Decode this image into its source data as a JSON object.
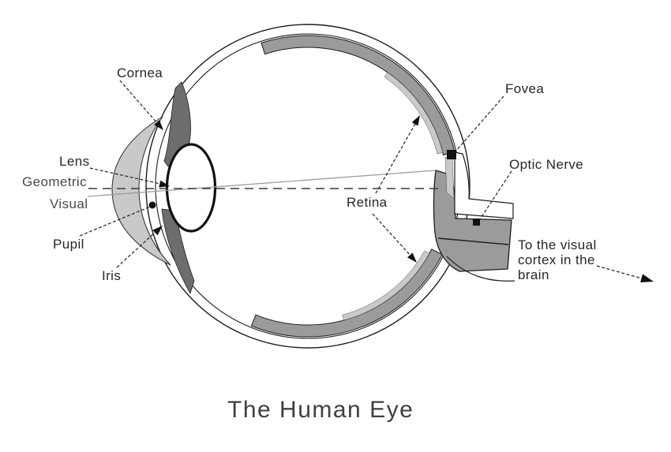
{
  "diagram": {
    "title": "The Human Eye",
    "labels": {
      "cornea": "Cornea",
      "lens": "Lens",
      "geometric_axis": "Geometric",
      "visual_axis": "Visual",
      "pupil": "Pupil",
      "iris": "Iris",
      "fovea": "Fovea",
      "retina": "Retina",
      "optic_nerve": "Optic Nerve",
      "to_brain_lines": [
        "To the visual",
        "cortex in the",
        "brain"
      ]
    },
    "colors": {
      "outline": "#1c1c1c",
      "retina_choroid": "#9b9b9b",
      "inner_stripe": "#c9c9c9",
      "cornea": "#c9c9c9",
      "iris": "#6d6d6d",
      "optic_nerve": "#9b9b9b",
      "visual_axis_line": "#9e9e9e",
      "geometric_axis_line": "#3a3a3a",
      "background": "#ffffff"
    }
  }
}
